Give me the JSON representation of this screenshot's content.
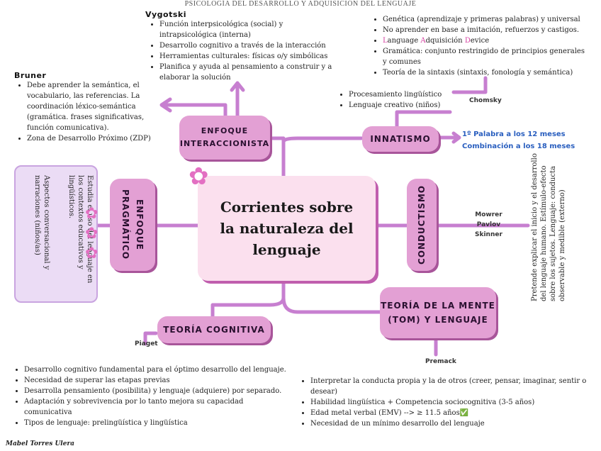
{
  "page_title": "PSICOLOGÍA DEL DESARROLLO Y ADQUISICIÓN DEL LENGUAJE",
  "center": {
    "line1": "Corrientes sobre",
    "line2": "la naturaleza del",
    "line3": "lenguaje"
  },
  "vygotski": {
    "title": "Vygotski",
    "items": [
      "Función interpsicológica (social) y intrapsicológica (interna)",
      "Desarrollo cognitivo a través de la interacción",
      " Herramientas culturales: físicas o/y simbólicas",
      "Planifica y ayuda al pensamiento a construir y a elaborar la solución"
    ]
  },
  "bruner": {
    "title": "Bruner",
    "items": [
      " Debe aprender la semántica, el vocabulario, las referencias. La coordinación léxico-semántica (gramática. frases significativas, función comunicativa).",
      "Zona de Desarrollo Próximo (ZDP)"
    ]
  },
  "chomsky_list": {
    "items": [
      "Genética (aprendizaje y primeras palabras) y universal",
      "No aprender en base a imitación, refuerzos y castigos.",
      "Gramática: conjunto restringido de principios generales y comunes",
      "Teoría de la sintaxis (sintaxis, fonología y semántica)"
    ],
    "lad": {
      "l": "L",
      "anguage": "anguage ",
      "a": "A",
      "dquisicion": "dquisición ",
      "d": "D",
      "evice": "evice"
    }
  },
  "innatismo_list": {
    "items": [
      "Procesamiento lingüístico",
      "Lenguaje creativo (niños)"
    ]
  },
  "chomsky_label": "Chomsky",
  "innatismo_blue": {
    "line1": "1º Palabra a los 12 meses",
    "line2": "Combinación a los 18 meses"
  },
  "nodes": {
    "interaccionista_1": "ENFOQUE",
    "interaccionista_2": "INTERACCIONISTA",
    "innatismo": "INNATISMO",
    "pragmatico_1": "ENFOQUE",
    "pragmatico_2": "PRAGMÁTICO",
    "conductismo": "CONDUCTISMO",
    "cognitiva": "TEORÍA COGNITIVA",
    "mente_1": "TEORÍA DE LA MENTE",
    "mente_2": "(TOM) Y LENGUAJE"
  },
  "pragmatico_text": {
    "col1": "Estudia el uso del lenguaje en los contextos educativos y lingüísticos.",
    "col2": "Aspectos conversacional y narraciones (niños/as)"
  },
  "conductismo_authors": [
    "Mowrer",
    "Pavlov",
    "Skinner"
  ],
  "conductismo_text": "Pretende explicar el inicio y el desarrollo del lenguaje humano. Estímulo-efecto sobre los sujetos. Lenguaje: conducta observable y medible (externo)",
  "piaget_label": "Piaget",
  "cognitiva_list": {
    "items": [
      "Desarrollo cognitivo fundamental para el óptimo desarrollo del lenguaje.",
      "Necesidad de superar las etapas previas",
      "Desarrolla pensamiento (posibilita) y lenguaje (adquiere) por separado.",
      "Adaptación y sobrevivencia por lo tanto mejora su capacidad comunicativa",
      "Tipos de lenguaje: prelingüística y lingüística"
    ]
  },
  "premack_label": "Premack",
  "mente_list": {
    "items": [
      "Interpretar la conducta propia y la de otros (creer, pensar, imaginar, sentir o desear)",
      "Habilidad lingüística + Competencia sociocognitiva (3-5 años)",
      "Edad metal verbal (EMV) --> ≥ 11.5 años✅",
      "Necesidad de un mínimo desarrollo del lenguaje"
    ]
  },
  "author": "Mabel Torres Ulera",
  "colors": {
    "node": "#e3a0d4",
    "line": "#c77fd0",
    "center": "#fbe0ee",
    "lad_accent": "#d43fa0",
    "blue": "#2a5fbf"
  }
}
